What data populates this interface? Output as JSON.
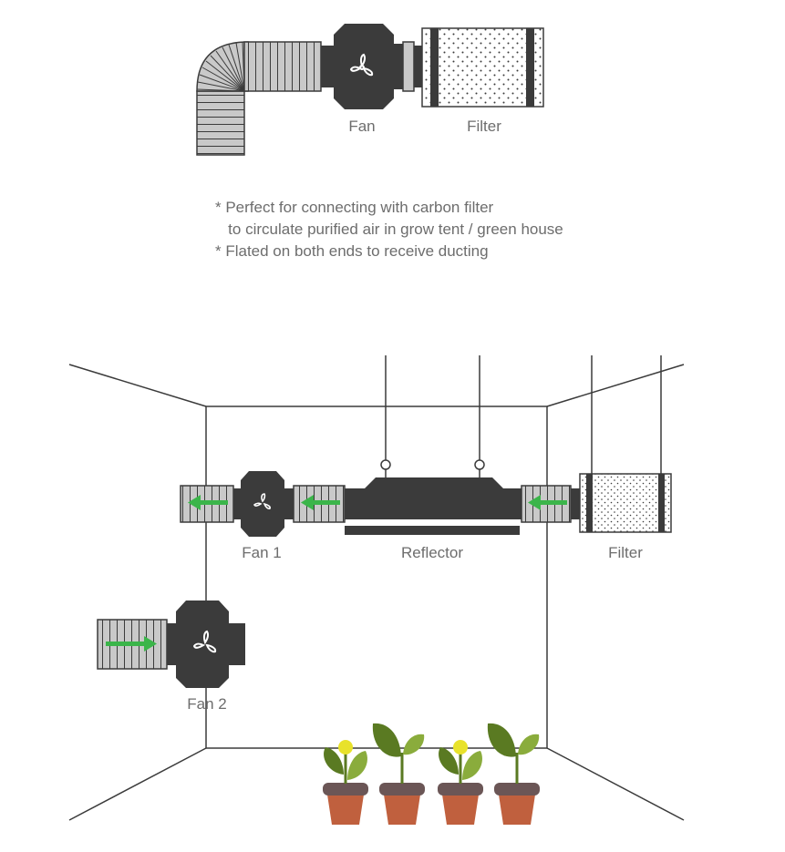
{
  "top_diagram": {
    "fan_label": "Fan",
    "filter_label": "Filter"
  },
  "notes": [
    "* Perfect for connecting with carbon filter",
    "   to circulate purified air in grow tent / green house",
    "* Flated on both ends to receive ducting"
  ],
  "tent_diagram": {
    "fan1_label": "Fan 1",
    "reflector_label": "Reflector",
    "filter_label": "Filter",
    "fan2_label": "Fan 2"
  },
  "colors": {
    "dark": "#3b3b3b",
    "duct": "#c9c9c9",
    "arrow": "#3bb54a",
    "leaf_dark": "#5a7a22",
    "leaf_light": "#8aac3c",
    "pot": "#c0603e",
    "pot_rim": "#6b5656",
    "flower": "#e8e22b"
  }
}
